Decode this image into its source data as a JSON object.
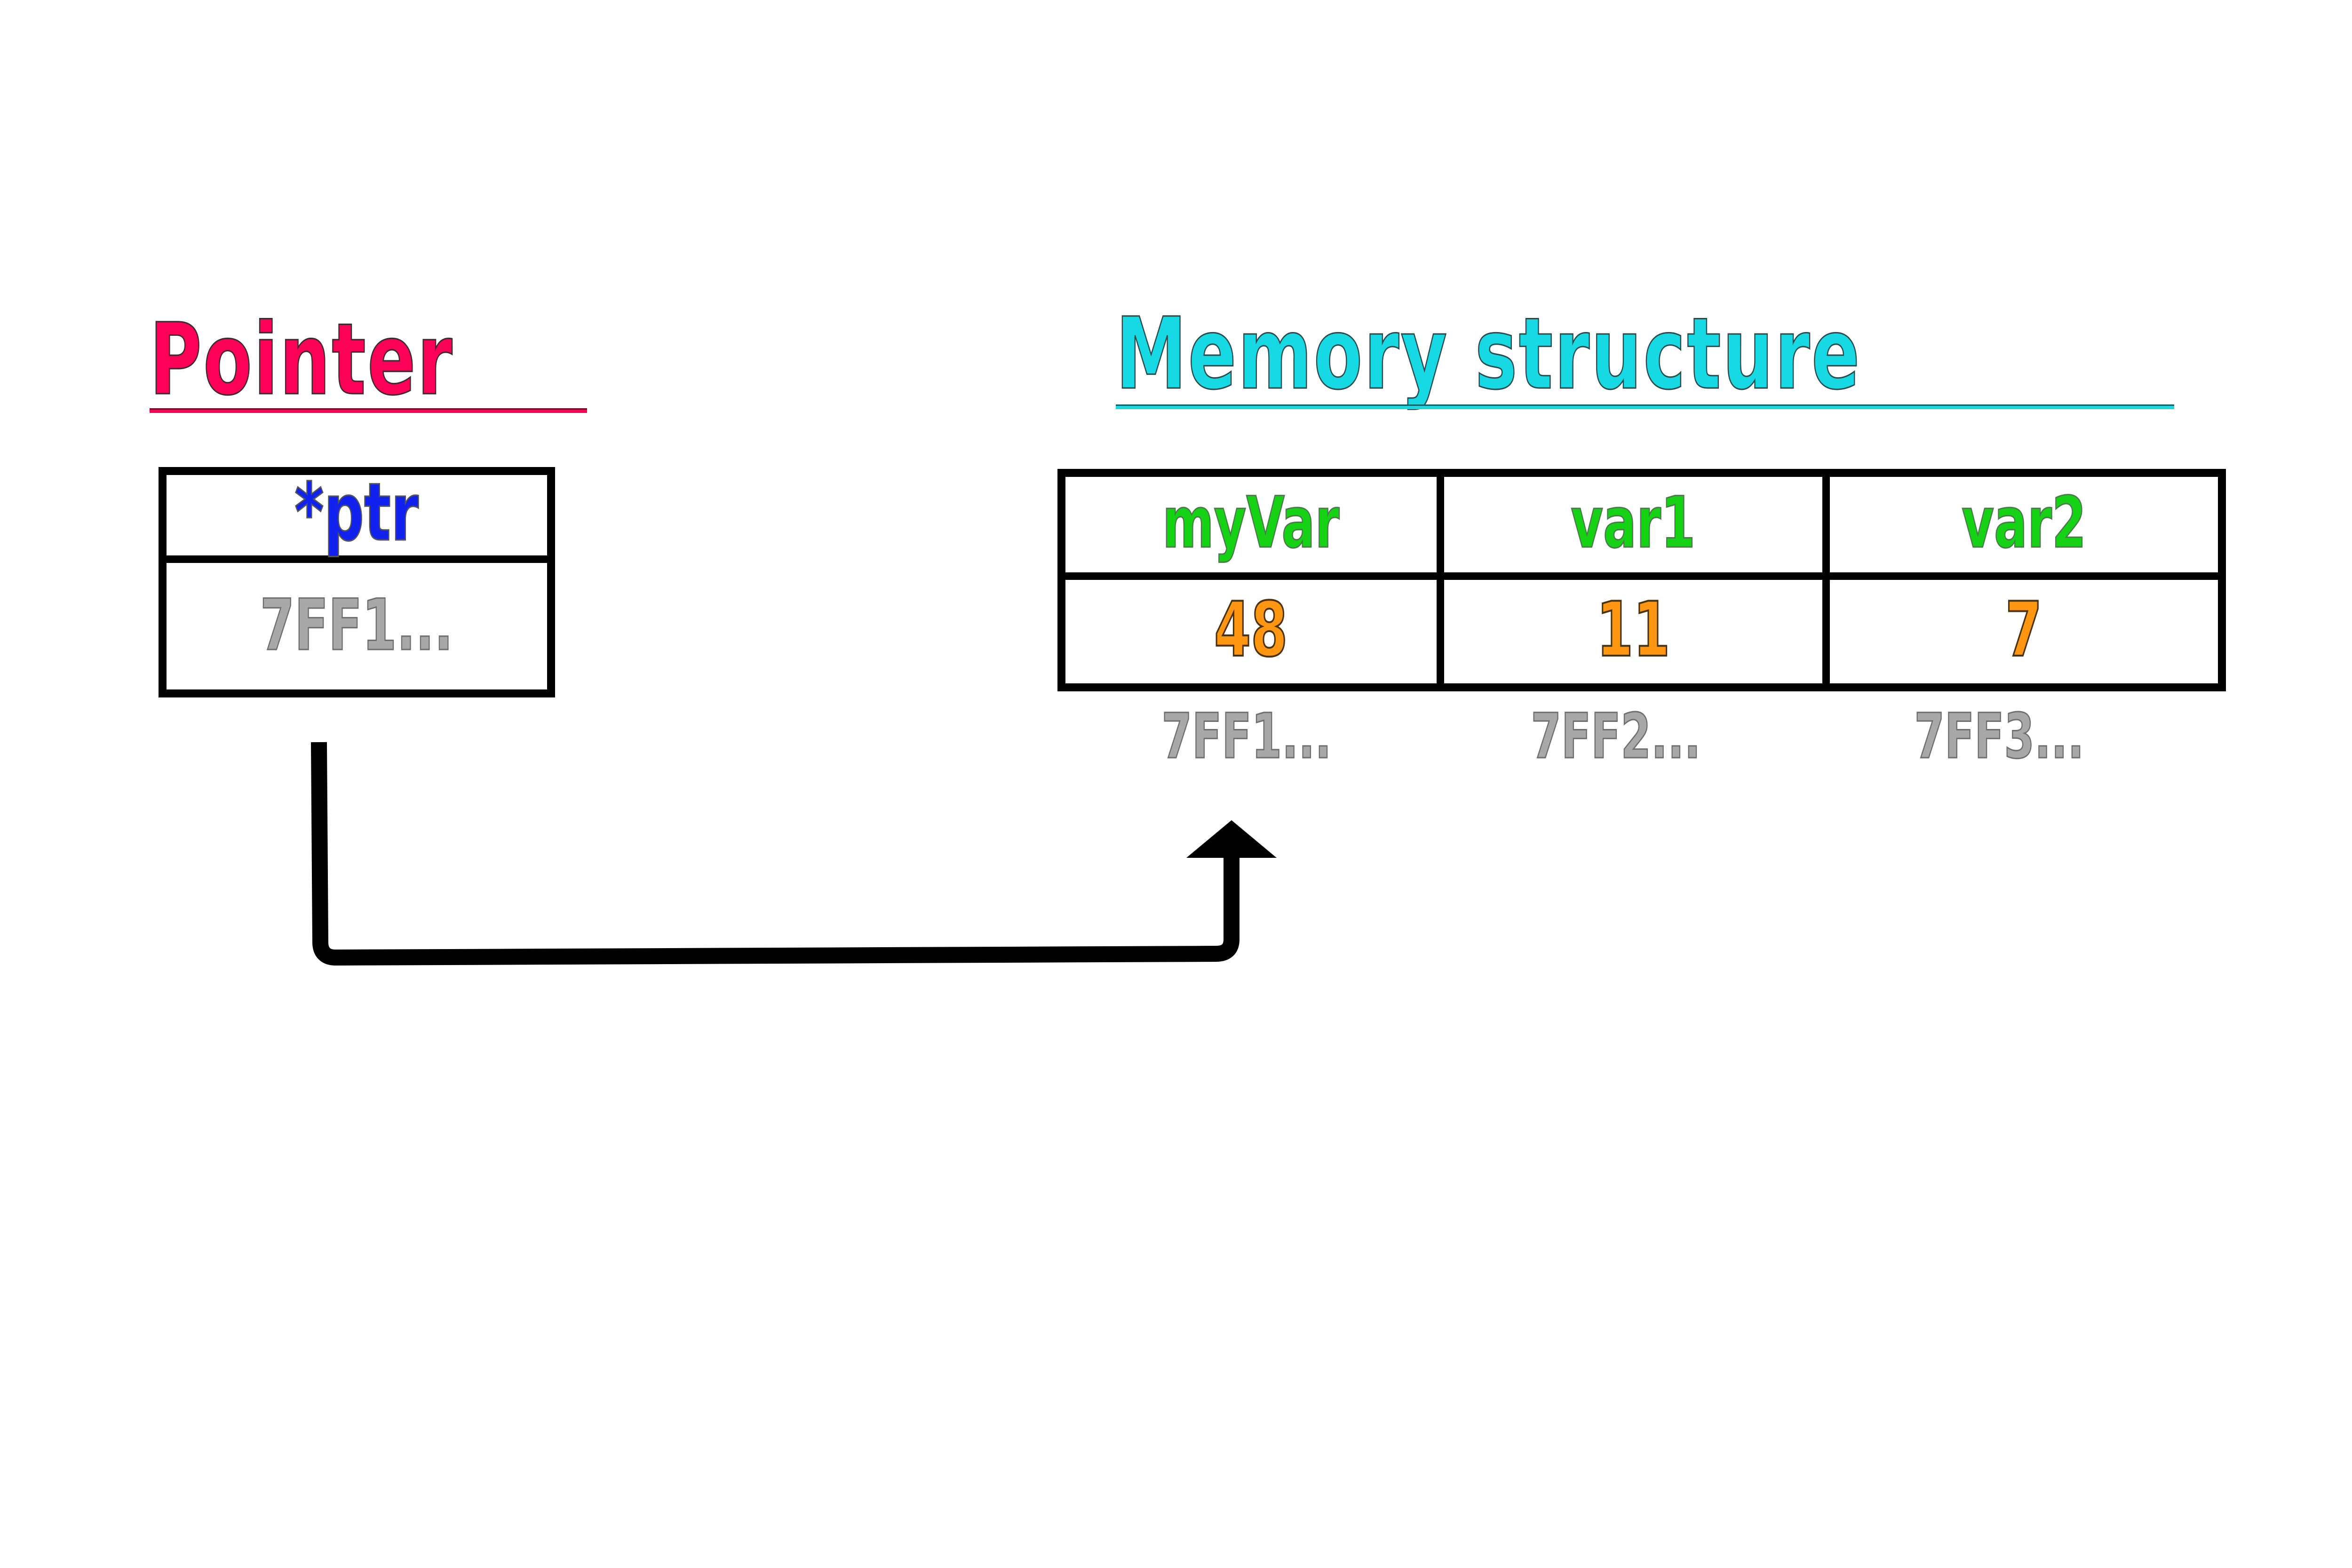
{
  "pointer_section": {
    "title": "Pointer",
    "title_color": "#ff0059",
    "box": {
      "name": "*ptr",
      "name_color": "#1122ee",
      "address": "7FF1...",
      "address_color": "#a8a8a8"
    }
  },
  "memory_section": {
    "title": "Memory structure",
    "title_color": "#16d9e3",
    "table": {
      "headers": [
        "myVar",
        "var1",
        "var2"
      ],
      "header_color": "#15d215",
      "values": [
        "48",
        "11",
        "7"
      ],
      "value_color": "#ff9611",
      "addresses": [
        "7FF1...",
        "7FF2...",
        "7FF3..."
      ],
      "address_color": "#a8a8a8"
    }
  },
  "connector": {
    "name": "pointer-to-myvar-arrow",
    "color": "#000000",
    "from": "pointer address cell",
    "to": "myVar cell"
  }
}
